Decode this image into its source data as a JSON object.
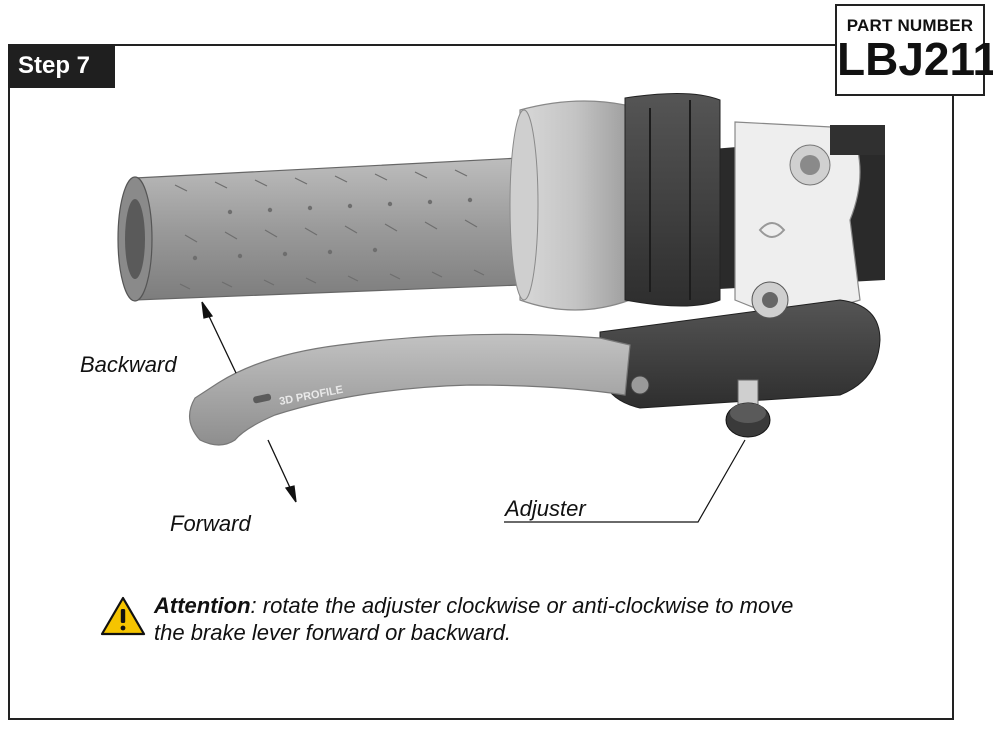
{
  "header": {
    "step_label": "Step 7",
    "part_number_label": "PART NUMBER",
    "part_number": "LBJ211"
  },
  "illustration": {
    "lever_print": "3D PROFILE",
    "callouts": {
      "backward": "Backward",
      "forward": "Forward",
      "adjuster": "Adjuster"
    }
  },
  "attention": {
    "title": "Attention",
    "line1": ": rotate the adjuster clockwise or anti-clockwise to move",
    "line2": "the brake lever forward or backward."
  },
  "colors": {
    "frame": "#222222",
    "step_tag_bg": "#1f1f1f",
    "warning_yellow": "#f5c400",
    "grip": "#a0a0a0",
    "lever": "#aaaaaa",
    "dark_part": "#3a3a3a"
  }
}
